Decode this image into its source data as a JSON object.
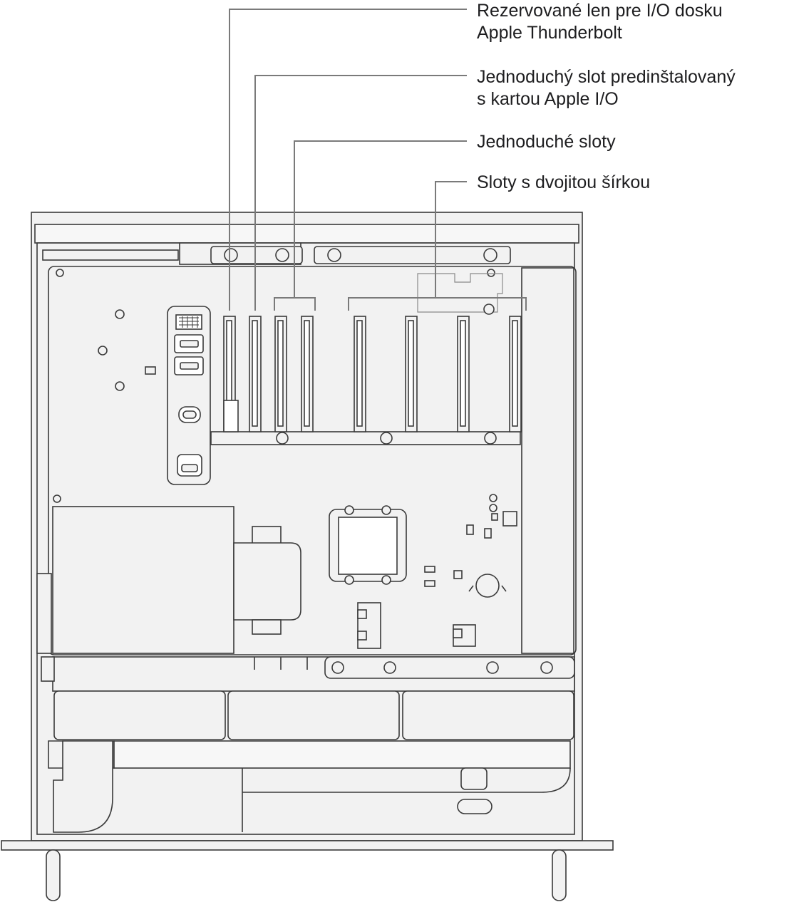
{
  "callouts": [
    {
      "id": "thunderbolt-reserved",
      "lines": [
        "Rezervované len pre I/O dosku",
        "Apple Thunderbolt"
      ]
    },
    {
      "id": "single-slot-io",
      "lines": [
        "Jednoduchý slot predinštalovaný",
        "s kartou Apple I/O"
      ]
    },
    {
      "id": "single-slots",
      "lines": [
        "Jednoduché sloty"
      ]
    },
    {
      "id": "double-width-slots",
      "lines": [
        "Sloty s dvojitou šírkou"
      ]
    }
  ],
  "colors": {
    "line": "#7a7a7a",
    "outline": "#3a3a3a",
    "fill": "#f2f2f2",
    "text": "#1d1d1f"
  }
}
